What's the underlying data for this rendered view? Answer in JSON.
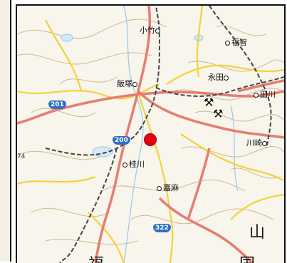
{
  "map": {
    "places": {
      "kotake": "小竹",
      "fukuchi": "福智",
      "nagata": "永田",
      "iizuka": "飯塚",
      "tagawa": "田川",
      "kawasaki": "川崎",
      "keisen": "桂川",
      "kama": "嘉麻"
    },
    "route_shields": {
      "r201": "201",
      "r200": "200",
      "r322": "322"
    },
    "edge_text": {
      "left_number": "74",
      "yama": "山",
      "fuku": "福",
      "kuni": "国"
    },
    "mine_symbol": "⚒",
    "marker_color": "#e60012",
    "colors": {
      "road_major": "#e57d70",
      "road_minor": "#f3d23a",
      "contour": "#c9a871",
      "water": "#9cc7e8",
      "rail": "#444444"
    }
  }
}
